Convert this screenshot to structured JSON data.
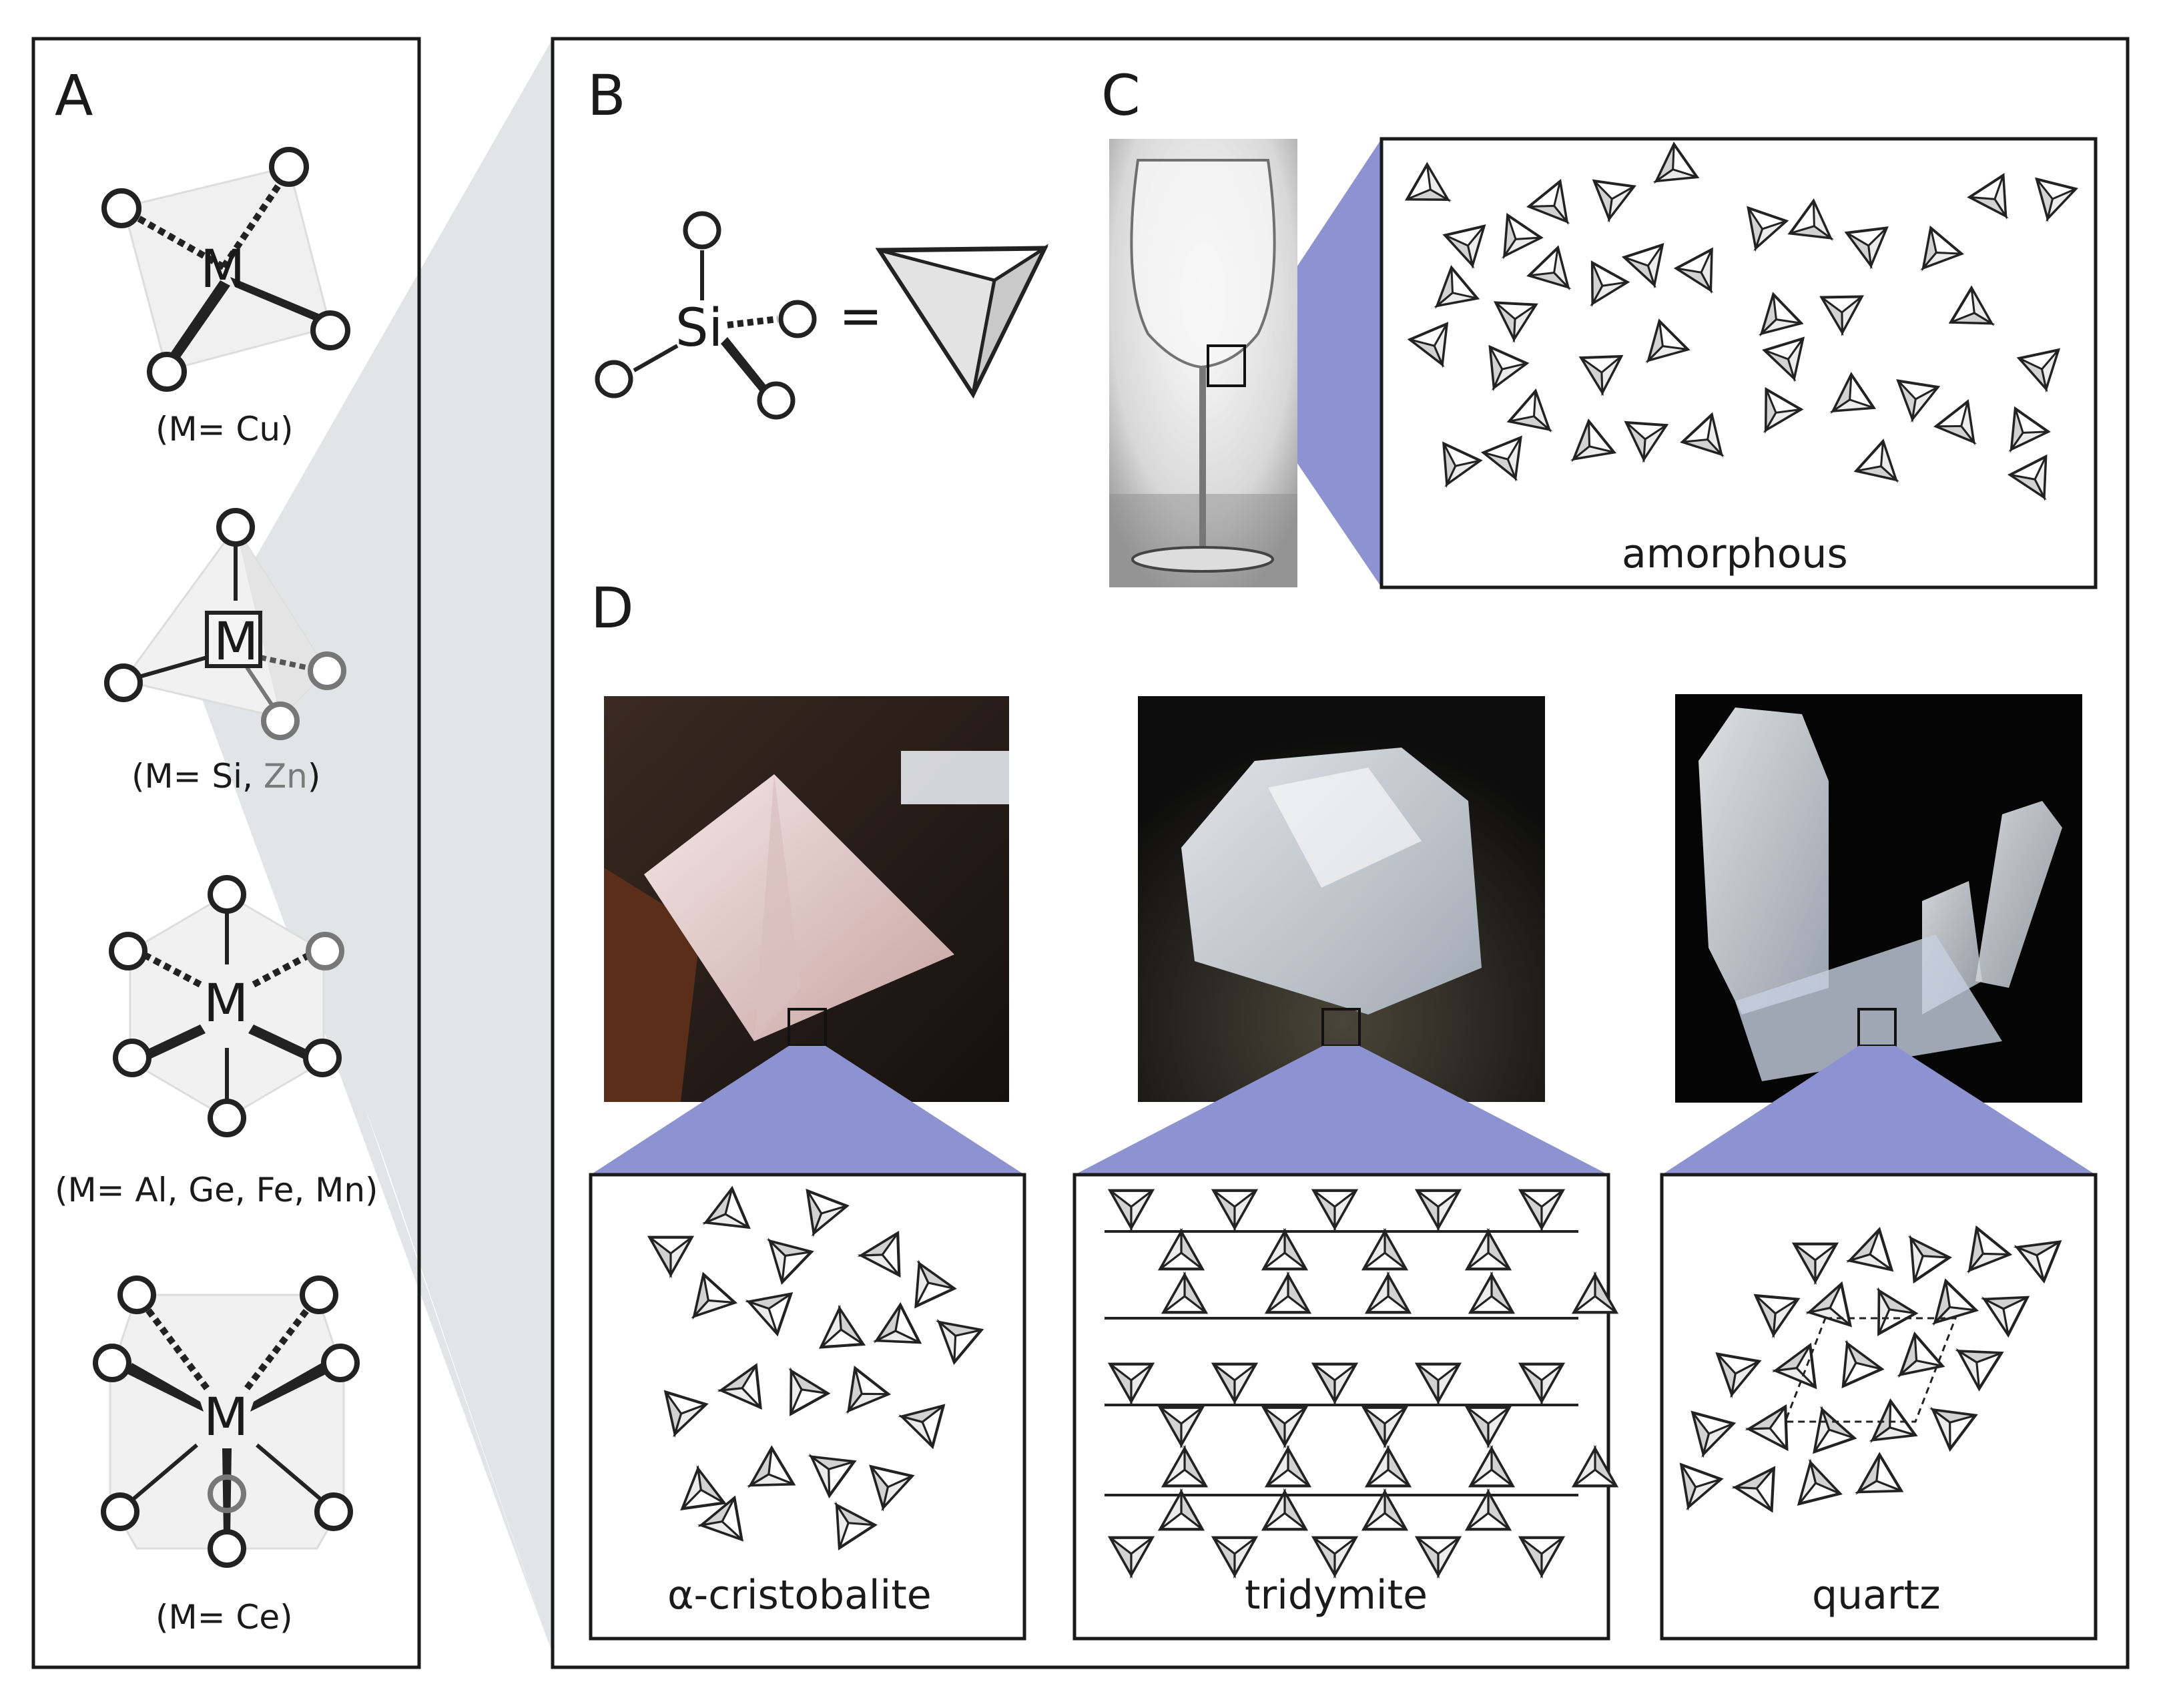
{
  "panels": {
    "a": {
      "label": "A"
    },
    "b": {
      "label": "B"
    },
    "c": {
      "label": "C"
    },
    "d": {
      "label": "D"
    }
  },
  "panel_a": {
    "cu": {
      "atom": "M",
      "caption": "(M= Cu)"
    },
    "tet": {
      "atom": "M",
      "caption_main": "(M= Si, ",
      "caption_grey": "Zn",
      "caption_end": ")"
    },
    "oct": {
      "atom": "M",
      "caption": "(M= Al, Ge, Fe, Mn)"
    },
    "ce": {
      "atom": "M",
      "caption": "(M= Ce)"
    }
  },
  "panel_b": {
    "si": "Si",
    "equals": "="
  },
  "panel_c": {
    "caption": "amorphous"
  },
  "panel_d": {
    "cristobalite": "α-cristobalite",
    "tridymite": "tridymite",
    "quartz": "quartz"
  },
  "colors": {
    "zoom": "#8d92d0",
    "grey_wedge": "#e3e4e7",
    "tet_face": "#d0d0d0",
    "tet_light": "#ececec"
  }
}
